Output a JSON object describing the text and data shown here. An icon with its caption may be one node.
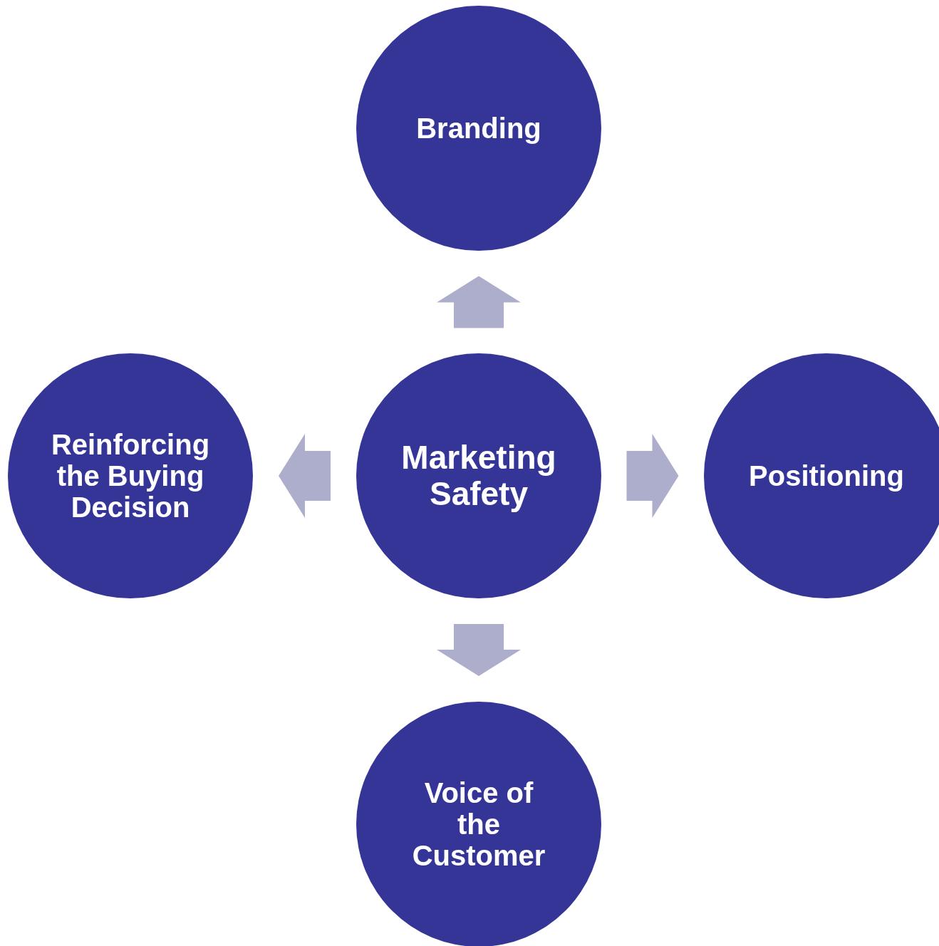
{
  "diagram": {
    "nodes": [
      {
        "text": [
          "Branding"
        ]
      },
      {
        "text": [
          "Reinforcing the Buying Decision"
        ]
      },
      {
        "text": [
          "Marketing Safety"
        ]
      },
      {
        "text": [
          "Positioning"
        ]
      },
      {
        "text": [
          "Voice of the Customer"
        ]
      }
    ],
    "edges": [
      {
        "from": 2,
        "to": 0,
        "arrow": "to"
      },
      {
        "from": 2,
        "to": 1,
        "arrow": "to"
      },
      {
        "from": 2,
        "to": 3,
        "arrow": "to"
      },
      {
        "from": 2,
        "to": 4,
        "arrow": "to"
      }
    ]
  }
}
